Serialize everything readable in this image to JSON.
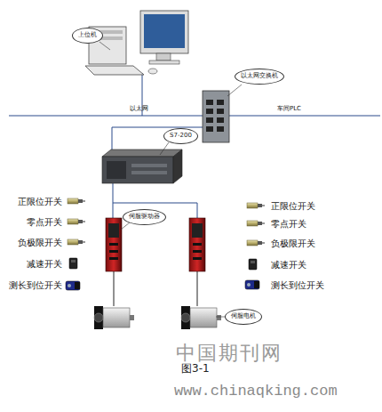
{
  "diagram": {
    "caption": "图3-1",
    "nodes": [
      {
        "text": [
          "上位机"
        ]
      },
      {
        "text": [
          "以太网交换机"
        ]
      },
      {
        "text": [
          "S7-200"
        ]
      },
      {
        "text": [
          "伺服驱动器"
        ]
      },
      {
        "text": [
          "伺服电机"
        ]
      }
    ],
    "labels": [
      "以太网",
      "车间PLC",
      "正限位开关",
      "零点开关",
      "负极限开关",
      "减速开关",
      "测长到位开关",
      "正限位开关",
      "零点开关",
      "负极限开关",
      "减速开关",
      "测长到位开关",
      "中国期刊网",
      "www.chinaqking.com"
    ]
  }
}
